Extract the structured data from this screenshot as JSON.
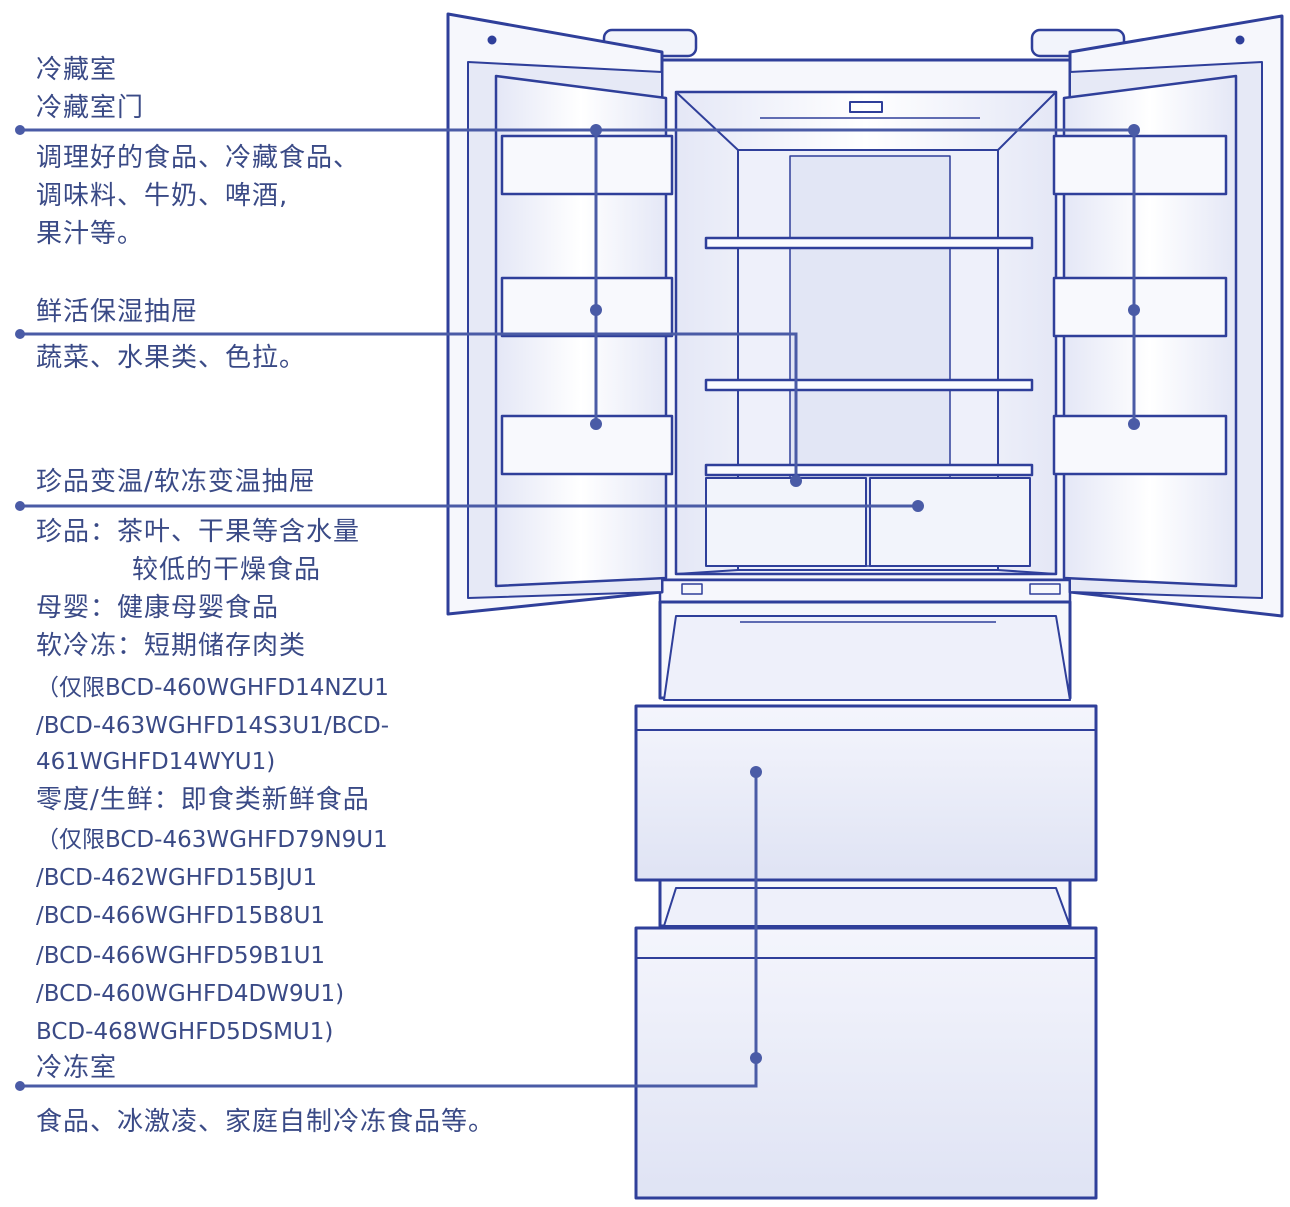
{
  "labels": {
    "fridge": {
      "title1": "冷藏室",
      "title2": "冷藏室门",
      "desc": [
        "调理好的食品、冷藏食品、",
        "调味料、牛奶、啤酒,",
        "果汁等。"
      ]
    },
    "crisper": {
      "title": "鲜活保湿抽屉",
      "desc": "蔬菜、水果类、色拉。"
    },
    "variable": {
      "title": "珍品变温/软冻变温抽屉",
      "desc": [
        "珍品：茶叶、干果等含水量",
        "较低的干燥食品",
        "母婴：健康母婴食品",
        "软冷冻：短期储存肉类",
        "（仅限BCD-460WGHFD14NZU1",
        "/BCD-463WGHFD14S3U1/BCD-",
        "461WGHFD14WYU1)",
        "零度/生鲜：即食类新鲜食品",
        "（仅限BCD-463WGHFD79N9U1",
        "/BCD-462WGHFD15BJU1",
        "/BCD-466WGHFD15B8U1",
        "/BCD-466WGHFD59B1U1",
        "/BCD-460WGHFD4DW9U1)",
        "BCD-468WGHFD5DSMU1)"
      ]
    },
    "freezer": {
      "title": "冷冻室",
      "desc": "食品、冰激凌、家庭自制冷冻食品等。"
    }
  },
  "colors": {
    "text": "#3a4a86",
    "leader": "#4a5ba6",
    "outline": "#2f3f9a",
    "fill_light": "#eef0fa",
    "fill_mid": "#dde1f3"
  }
}
